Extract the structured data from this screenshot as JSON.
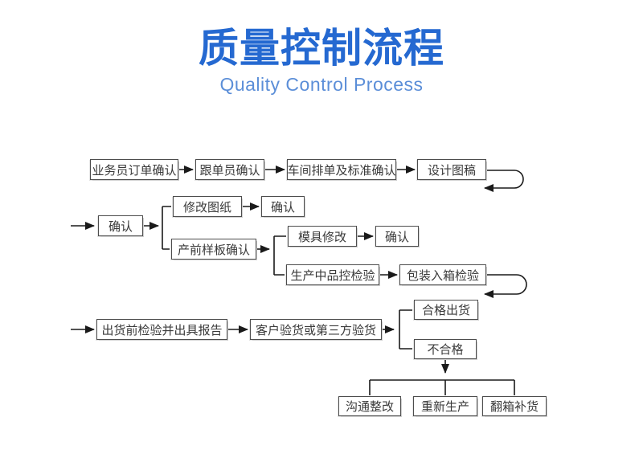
{
  "header": {
    "title": "质量控制流程",
    "subtitle": "Quality Control Process"
  },
  "colors": {
    "title_blue": "#2569d1",
    "subtitle_blue": "#5b8ed8",
    "line_black": "#1a1a1a",
    "box_border_gray": "#4d4d4d"
  },
  "nodes": {
    "salesman_order_confirm": "业务员订单确认",
    "merchandiser_confirm": "跟单员确认",
    "workshop_scheduling_standard_confirm": "车间排单及标准确认",
    "design_draft": "设计图稿",
    "confirm_1": "确认",
    "modify_drawing": "修改图纸",
    "confirm_2": "确认",
    "pre_production_sample_confirm": "产前样板确认",
    "mold_modification": "模具修改",
    "confirm_3": "确认",
    "in_production_qc_inspection": "生产中品控检验",
    "packing_into_box_inspection": "包装入箱检验",
    "pre_shipment_inspection_report": "出货前检验并出具报告",
    "customer_or_third_party_inspection": "客户验货或第三方验货",
    "qualified_shipment": "合格出货",
    "unqualified": "不合格",
    "communication_rectification": "沟通整改",
    "re_production": "重新生产",
    "unpack_replenish": "翻箱补货"
  }
}
